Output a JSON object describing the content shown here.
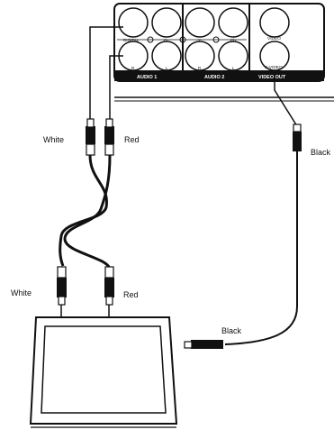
{
  "panel": {
    "sections": [
      {
        "label": "AUDIO 1",
        "jacks": [
          "DIGITAL",
          "Cr",
          "R",
          "L"
        ]
      },
      {
        "label": "AUDIO 2",
        "jacks": [
          "Y",
          "Cb",
          "R",
          "L"
        ]
      },
      {
        "label": "VIDEO OUT",
        "jacks": [
          "VIDEO",
          "S-VIDEO"
        ]
      }
    ]
  },
  "cables": {
    "upper_white": "White",
    "upper_red": "Red",
    "lower_white": "White",
    "lower_red": "Red",
    "video_upper": "Black",
    "video_lower": "Black"
  },
  "colors": {
    "line": "#111111",
    "panel": "#111111",
    "background": "#ffffff"
  }
}
